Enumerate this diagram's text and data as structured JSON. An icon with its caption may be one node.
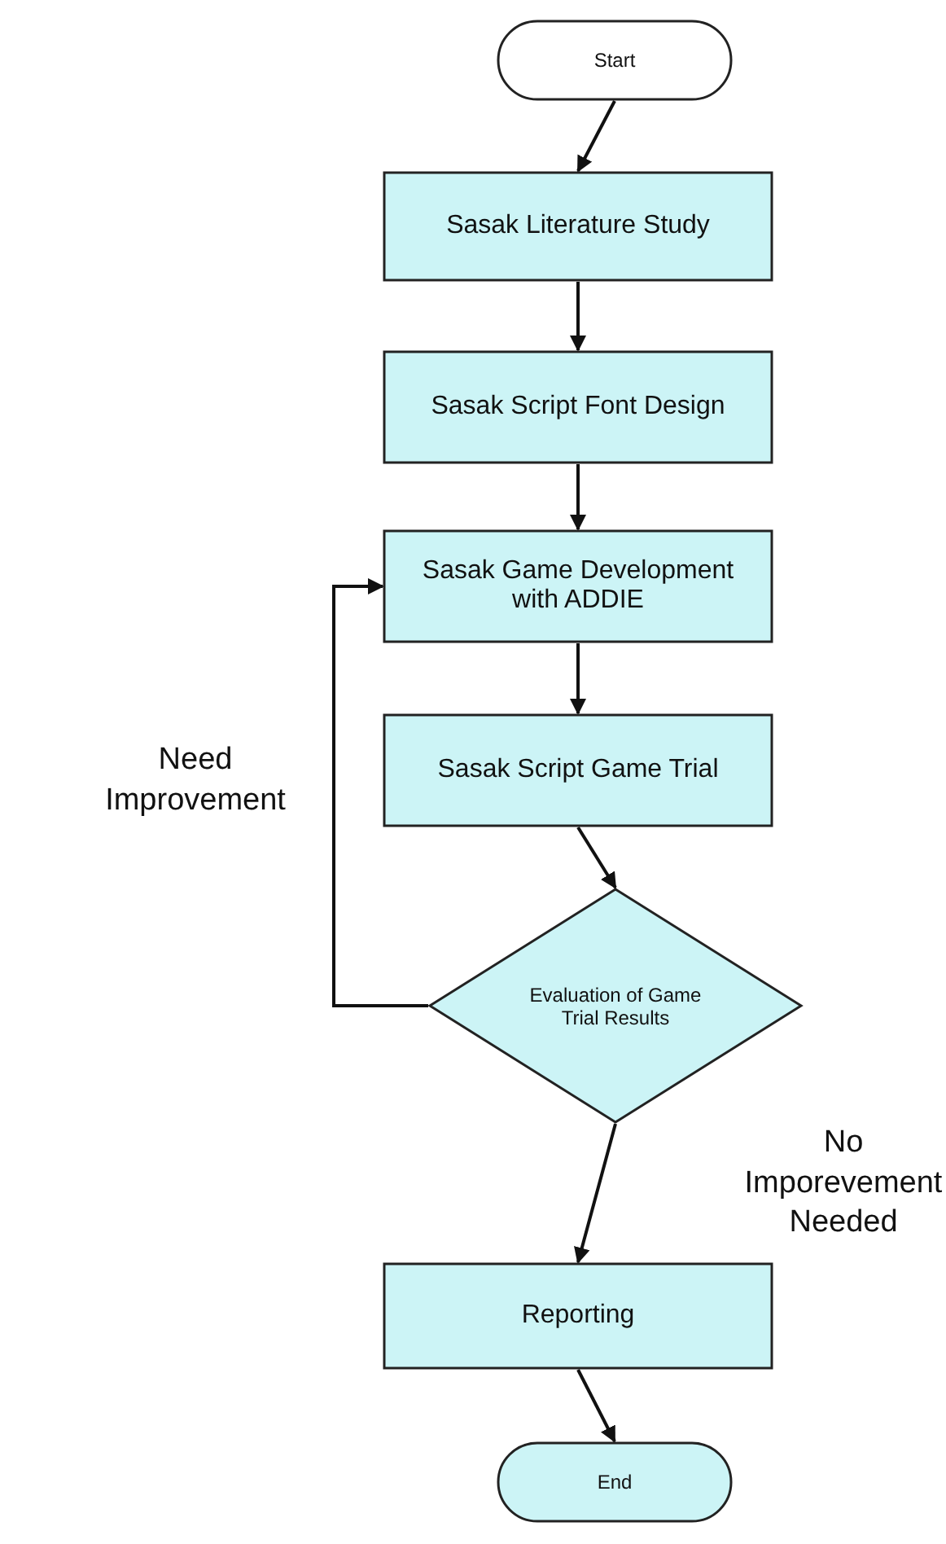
{
  "diagram": {
    "nodes": [
      {
        "text": [
          "Start"
        ]
      },
      {
        "text": [
          "Sasak Literature Study"
        ]
      },
      {
        "text": [
          "Sasak Script Font Design"
        ]
      },
      {
        "text": [
          "Sasak Game Development with ADDIE"
        ]
      },
      {
        "text": [
          "Sasak Script Game Trial"
        ]
      },
      {
        "text": [
          "Evaluation of Game Trial Results"
        ]
      },
      {
        "text": [
          "Reporting"
        ]
      },
      {
        "text": [
          "End"
        ]
      }
    ],
    "edges": [
      {
        "from": 0,
        "to": 1,
        "arrow": "to"
      },
      {
        "from": 1,
        "to": 2,
        "arrow": "to"
      },
      {
        "from": 2,
        "to": 3,
        "arrow": "to"
      },
      {
        "from": 3,
        "to": 4,
        "arrow": "to"
      },
      {
        "from": 4,
        "to": 5,
        "arrow": "to"
      },
      {
        "from": 5,
        "to": 3,
        "arrow": "to",
        "label": "Need Improvement"
      },
      {
        "from": 5,
        "to": 6,
        "arrow": "to",
        "label": "No Imporevement Needed"
      },
      {
        "from": 6,
        "to": 7,
        "arrow": "to"
      }
    ]
  }
}
